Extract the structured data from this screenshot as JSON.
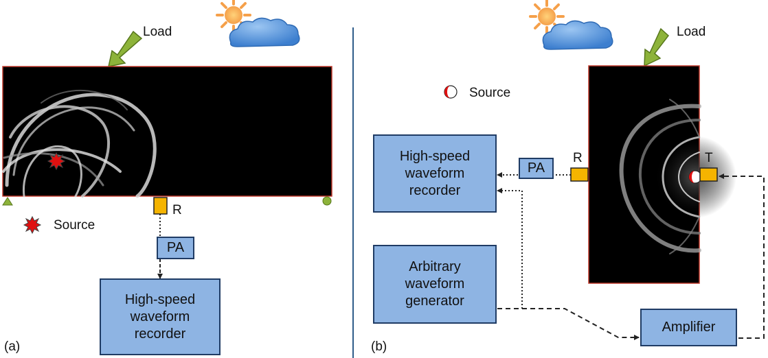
{
  "panel_a": {
    "tag": "(a)",
    "load_label": "Load",
    "source_label": "Source",
    "receiver_label": "R",
    "preamp_label": "PA",
    "recorder_label": "High-speed\nwaveform\nrecorder"
  },
  "panel_b": {
    "tag": "(b)",
    "load_label": "Load",
    "source_label": "Source",
    "receiver_label": "R",
    "transmitter_label": "T",
    "preamp_label": "PA",
    "recorder_label": "High-speed\nwaveform\nrecorder",
    "generator_label": "Arbitrary\nwaveform\ngenerator",
    "amplifier_label": "Amplifier"
  },
  "colors": {
    "box_fill": "#8eb4e3",
    "box_border": "#1f3b64",
    "arrow_green": "#8db33a",
    "sensor_yellow": "#f5b400",
    "specimen_border": "#c0392b",
    "divider": "#2e5c8a",
    "source_red": "#e01010"
  }
}
